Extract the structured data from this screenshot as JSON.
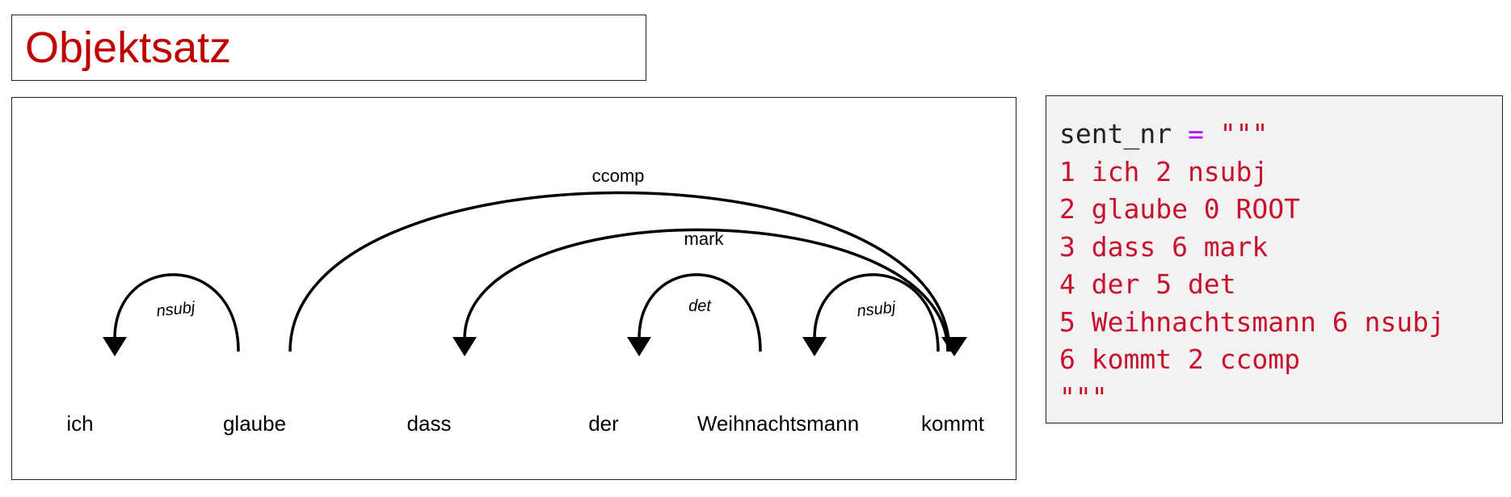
{
  "title": "Objektsatz",
  "colors": {
    "title": "#c00000",
    "code_var": "#222222",
    "code_operator": "#b000ff",
    "code_string": "#c8102e",
    "code_bg": "#f2f2f2",
    "arc": "#000000"
  },
  "diagram": {
    "words": [
      "ich",
      "glaube",
      "dass",
      "der",
      "Weihnachtsmann",
      "kommt"
    ],
    "arcs": [
      {
        "label": "ccomp",
        "head": "glaube",
        "dependent": "kommt"
      },
      {
        "label": "mark",
        "head": "kommt",
        "dependent": "dass"
      },
      {
        "label": "nsubj",
        "head": "glaube",
        "dependent": "ich"
      },
      {
        "label": "det",
        "head": "Weihnachtsmann",
        "dependent": "der"
      },
      {
        "label": "nsubj",
        "head": "kommt",
        "dependent": "Weihnachtsmann"
      }
    ]
  },
  "code": {
    "var_name": "sent_nr",
    "operator": "=",
    "open_quotes": "\"\"\"",
    "lines": [
      "1 ich 2 nsubj",
      "2 glaube 0 ROOT",
      "3 dass 6 mark",
      "4 der 5 det",
      "5 Weihnachtsmann 6 nsubj",
      "6 kommt 2 ccomp"
    ],
    "close_quotes": "\"\"\""
  }
}
